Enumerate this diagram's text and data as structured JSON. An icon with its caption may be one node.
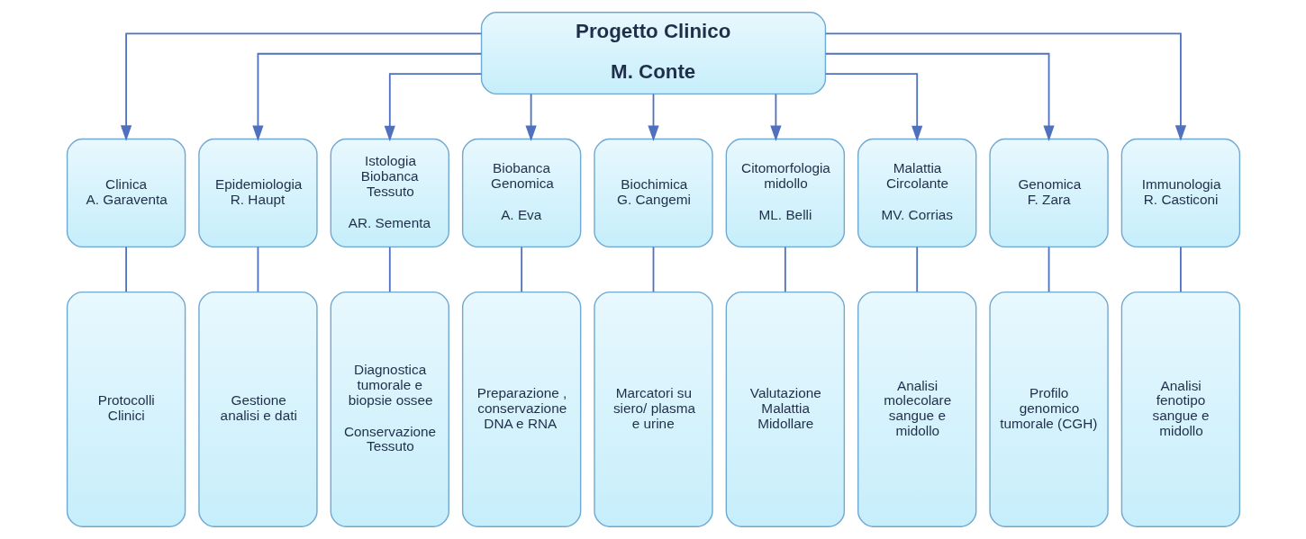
{
  "diagram": {
    "nodes": [
      {
        "text": [
          "Progetto Clinico",
          "M. Conte"
        ]
      },
      {
        "text": [
          "Clinica",
          "A. Garaventa"
        ]
      },
      {
        "text": [
          "Epidemiologia",
          "R. Haupt"
        ]
      },
      {
        "text": [
          "Istologia Biobanca Tessuto",
          "AR. Sementa"
        ]
      },
      {
        "text": [
          "Biobanca Genomica",
          "A. Eva"
        ]
      },
      {
        "text": [
          "Biochimica",
          "G. Cangemi"
        ]
      },
      {
        "text": [
          "Citomorfologia midollo",
          "ML. Belli"
        ]
      },
      {
        "text": [
          "Malattia Circolante",
          "MV. Corrias"
        ]
      },
      {
        "text": [
          "Genomica",
          "F. Zara"
        ]
      },
      {
        "text": [
          "Immunologia",
          "R. Casticoni"
        ]
      },
      {
        "text": [
          "Protocolli Clinici"
        ]
      },
      {
        "text": [
          "Gestione analisi e dati"
        ]
      },
      {
        "text": [
          "Diagnostica tumorale e biopsie ossee",
          "Conservazione Tessuto"
        ]
      },
      {
        "text": [
          "Preparazione , conservazione DNA e RNA"
        ]
      },
      {
        "text": [
          "Marcatori su siero/ plasma e urine"
        ]
      },
      {
        "text": [
          "Valutazione Malattia Midollare"
        ]
      },
      {
        "text": [
          "Analisi molecolare sangue e midollo"
        ]
      },
      {
        "text": [
          "Profilo genomico tumorale (CGH)"
        ]
      },
      {
        "text": [
          "Analisi fenotipo sangue e midollo"
        ]
      }
    ],
    "edges": [
      {
        "from": 0,
        "to": 1,
        "arrow": "to"
      },
      {
        "from": 0,
        "to": 2,
        "arrow": "to"
      },
      {
        "from": 0,
        "to": 3,
        "arrow": "to"
      },
      {
        "from": 0,
        "to": 4,
        "arrow": "to"
      },
      {
        "from": 0,
        "to": 5,
        "arrow": "to"
      },
      {
        "from": 0,
        "to": 6,
        "arrow": "to"
      },
      {
        "from": 0,
        "to": 7,
        "arrow": "to"
      },
      {
        "from": 0,
        "to": 8,
        "arrow": "to"
      },
      {
        "from": 0,
        "to": 9,
        "arrow": "to"
      },
      {
        "from": 1,
        "to": 10,
        "arrow": "none"
      },
      {
        "from": 2,
        "to": 11,
        "arrow": "none"
      },
      {
        "from": 3,
        "to": 12,
        "arrow": "none"
      },
      {
        "from": 4,
        "to": 13,
        "arrow": "none"
      },
      {
        "from": 5,
        "to": 14,
        "arrow": "none"
      },
      {
        "from": 6,
        "to": 15,
        "arrow": "none"
      },
      {
        "from": 7,
        "to": 16,
        "arrow": "none"
      },
      {
        "from": 8,
        "to": 17,
        "arrow": "none"
      },
      {
        "from": 9,
        "to": 18,
        "arrow": "none"
      }
    ]
  }
}
